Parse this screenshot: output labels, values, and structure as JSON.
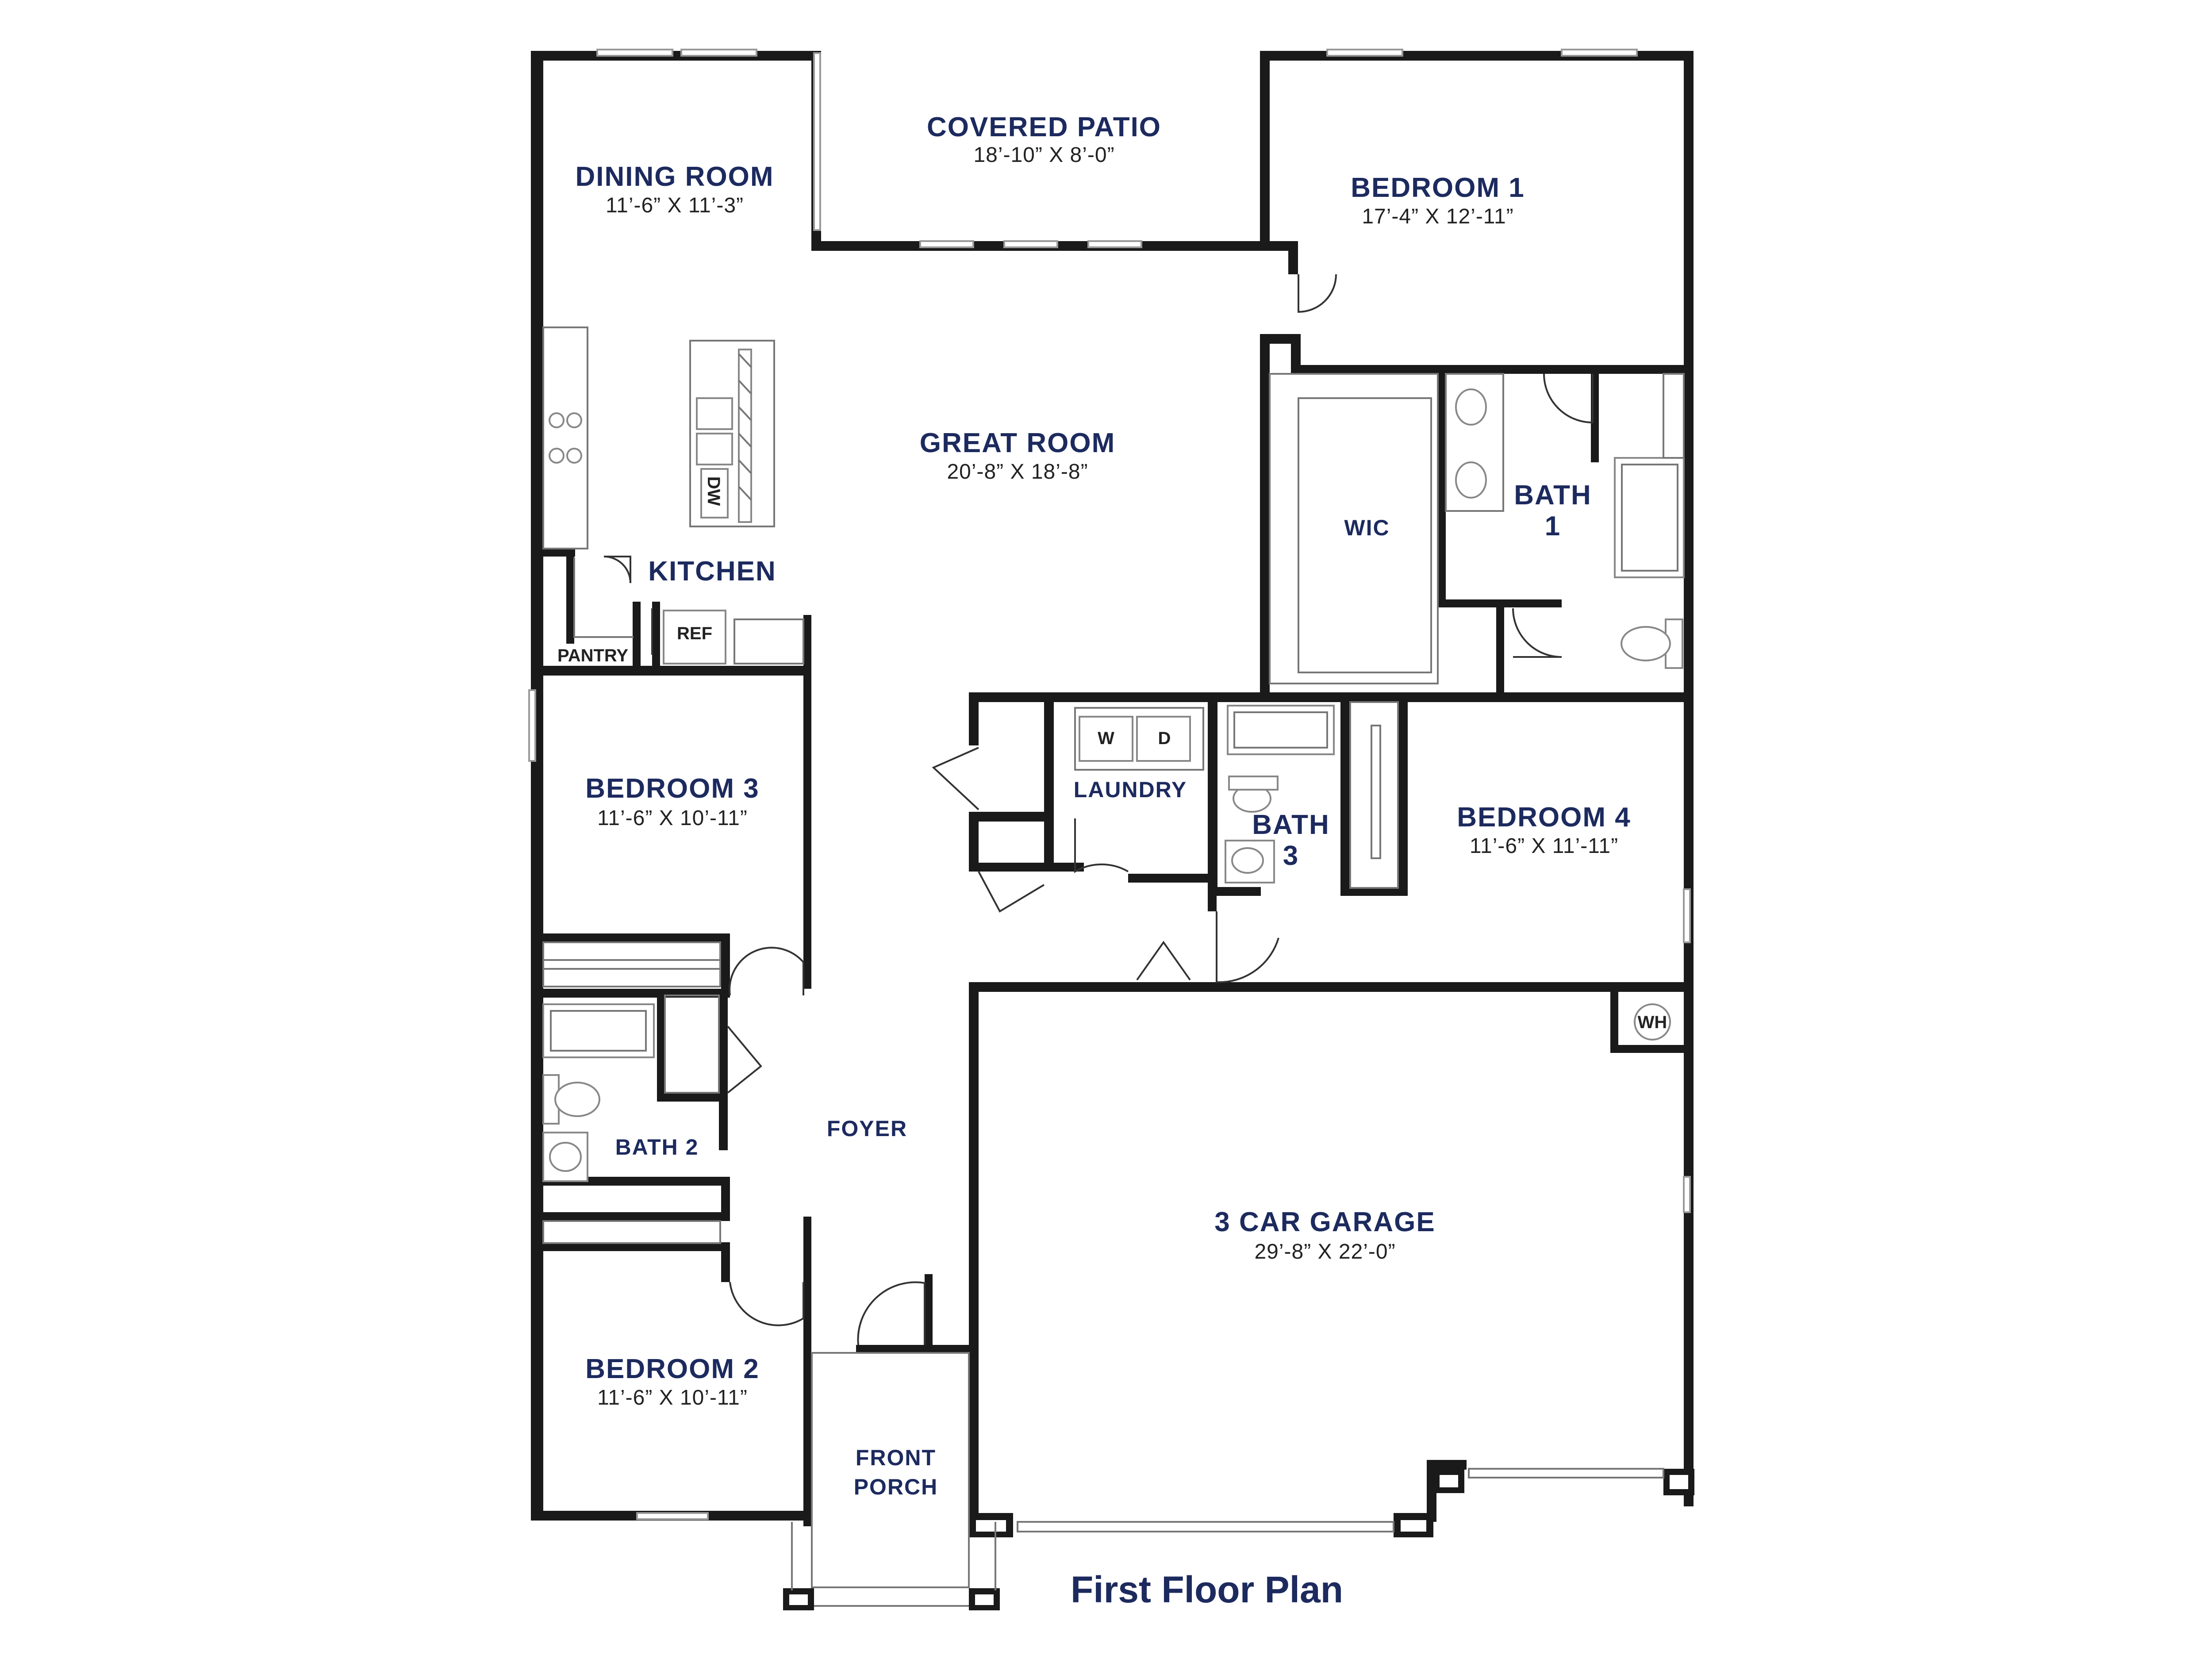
{
  "plan_title": "First Floor Plan",
  "rooms": {
    "dining": {
      "name": "DINING ROOM",
      "dim": "11’-6” X 11’-3”"
    },
    "patio": {
      "name": "COVERED PATIO",
      "dim": "18’-10” X 8’-0”"
    },
    "bedroom1": {
      "name": "BEDROOM 1",
      "dim": "17’-4” X 12’-11”"
    },
    "great": {
      "name": "GREAT ROOM",
      "dim": "20’-8” X 18’-8”"
    },
    "wic": {
      "name": "WIC"
    },
    "bath1": {
      "name1": "BATH",
      "name2": "1"
    },
    "kitchen": {
      "name": "KITCHEN"
    },
    "pantry": {
      "name": "PANTRY"
    },
    "ref": {
      "name": "REF"
    },
    "dw": {
      "name": "DW"
    },
    "bedroom3": {
      "name": "BEDROOM 3",
      "dim": "11’-6” X 10’-11”"
    },
    "laundry": {
      "name": "LAUNDRY",
      "washer": "W",
      "dryer": "D"
    },
    "bath3": {
      "name1": "BATH",
      "name2": "3"
    },
    "bedroom4": {
      "name": "BEDROOM 4",
      "dim": "11’-6” X 11’-11”"
    },
    "wh": {
      "name": "WH"
    },
    "bath2": {
      "name": "BATH 2"
    },
    "foyer": {
      "name": "FOYER"
    },
    "garage": {
      "name": "3 CAR GARAGE",
      "dim": "29’-8” X 22’-0”"
    },
    "bedroom2": {
      "name": "BEDROOM 2",
      "dim": "11’-6” X 10’-11”"
    },
    "porch": {
      "name1": "FRONT",
      "name2": "PORCH"
    }
  }
}
